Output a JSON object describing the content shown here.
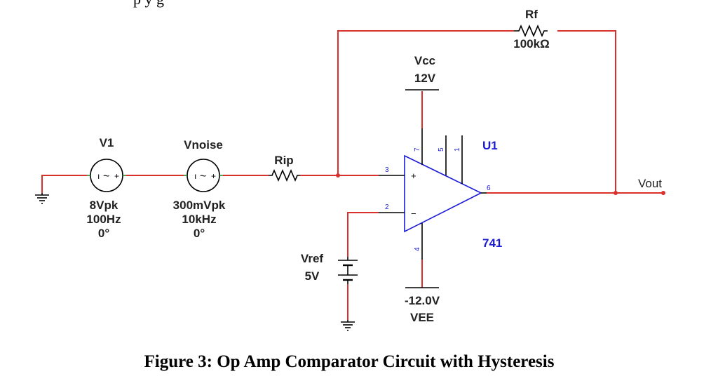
{
  "top_fragment": "p                    y                    g",
  "sources": {
    "v1": {
      "name": "V1",
      "amplitude": "8Vpk",
      "frequency": "100Hz",
      "phase": "0°"
    },
    "vnoise": {
      "name": "Vnoise",
      "amplitude": "300mVpk",
      "frequency": "10kHz",
      "phase": "0°"
    }
  },
  "resistors": {
    "rip": {
      "name": "Rip"
    },
    "rf": {
      "name": "Rf",
      "value": "100kΩ"
    }
  },
  "supplies": {
    "vcc": {
      "name": "Vcc",
      "value": "12V"
    },
    "vee": {
      "value": "-12.0V",
      "name": "VEE"
    },
    "vref": {
      "name": "Vref",
      "value": "5V"
    }
  },
  "opamp": {
    "ref": "U1",
    "model": "741",
    "pins": {
      "p3": "3",
      "p2": "2",
      "p6": "6",
      "p7": "7",
      "p5": "5",
      "p1": "1",
      "p4": "4"
    },
    "plus": "+",
    "minus": "−"
  },
  "output": {
    "label": "Vout"
  },
  "source_symbols": {
    "minus": "ı",
    "tilde": "~",
    "plus": "+"
  },
  "caption": "Figure 3: Op Amp Comparator Circuit with Hysteresis",
  "colors": {
    "wire": "#d9302c",
    "component": "#000000",
    "opamp": "#1a1ad6"
  }
}
